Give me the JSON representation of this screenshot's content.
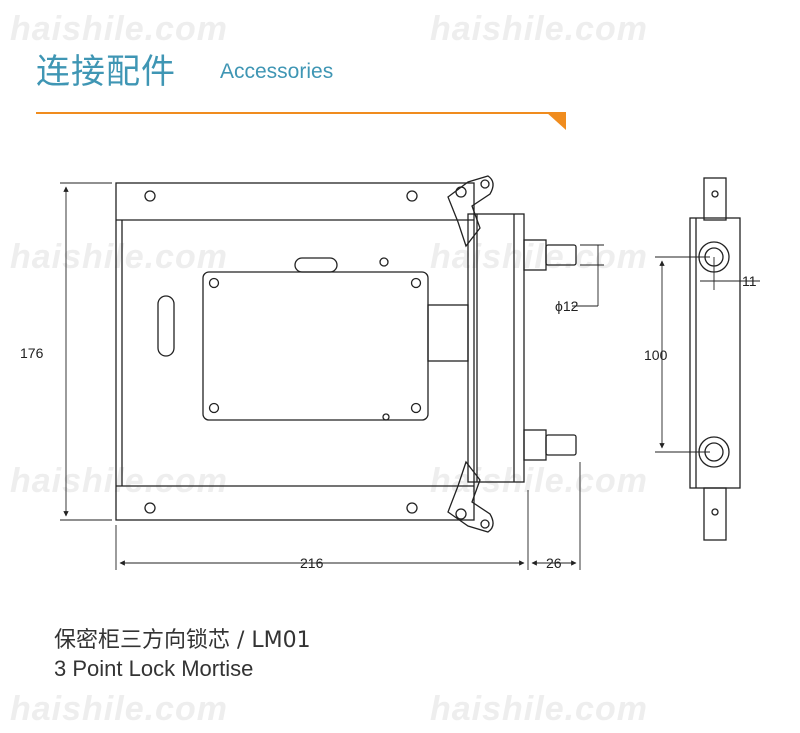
{
  "header": {
    "title_cn": "连接配件",
    "title_en": "Accessories"
  },
  "watermark": "haishile.com",
  "dimensions": {
    "height": "176",
    "width": "216",
    "depth": "26",
    "bolt_diameter": "ϕ12",
    "bolt_spacing": "100",
    "side_offset": "11"
  },
  "product": {
    "name_cn": "保密柜三方向锁芯 / LM01",
    "name_en": "3 Point Lock Mortise"
  },
  "colors": {
    "accent_blue": "#3f96b4",
    "accent_orange": "#f08c1e",
    "line": "#222222"
  }
}
